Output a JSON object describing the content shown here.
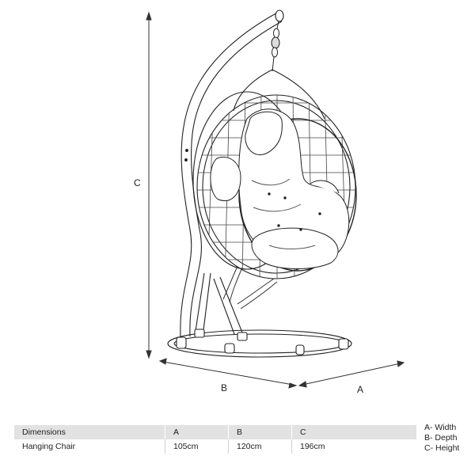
{
  "diagram": {
    "dimension_labels": {
      "height": "C",
      "depth": "B",
      "width": "A"
    }
  },
  "table": {
    "headers": [
      "Dimensions",
      "A",
      "B",
      "C"
    ],
    "row": {
      "name": "Hanging Chair",
      "a": "105cm",
      "b": "120cm",
      "c": "196cm"
    }
  },
  "legend": {
    "items": [
      "A- Width",
      "B- Depth",
      "C- Height"
    ]
  }
}
